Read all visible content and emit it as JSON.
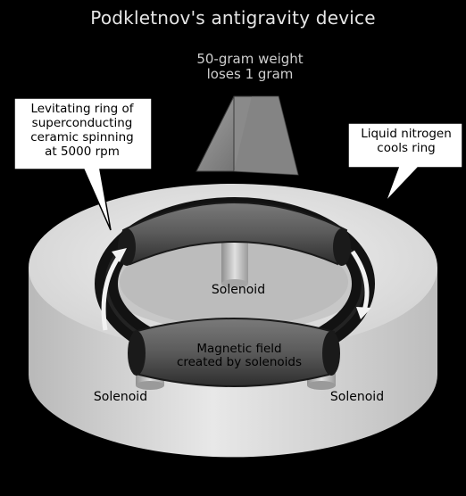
{
  "title": "Podkletnov's antigravity device",
  "weight_label": [
    "50-gram weight",
    "loses 1 gram"
  ],
  "callout_ring": [
    "Levitating ring of",
    "superconducting",
    "ceramic spinning",
    "at 5000 rpm"
  ],
  "callout_nitrogen": [
    "Liquid nitrogen",
    "cools ring"
  ],
  "solenoid_label": "Solenoid",
  "magnetic_label": [
    "Magnetic field",
    "created by solenoids"
  ],
  "colors": {
    "background": "#000000",
    "cryostat": "#dcdcdc",
    "ring": "#151515",
    "solenoid_band": "#5a5a5a",
    "weight": "#8c8c8c"
  }
}
